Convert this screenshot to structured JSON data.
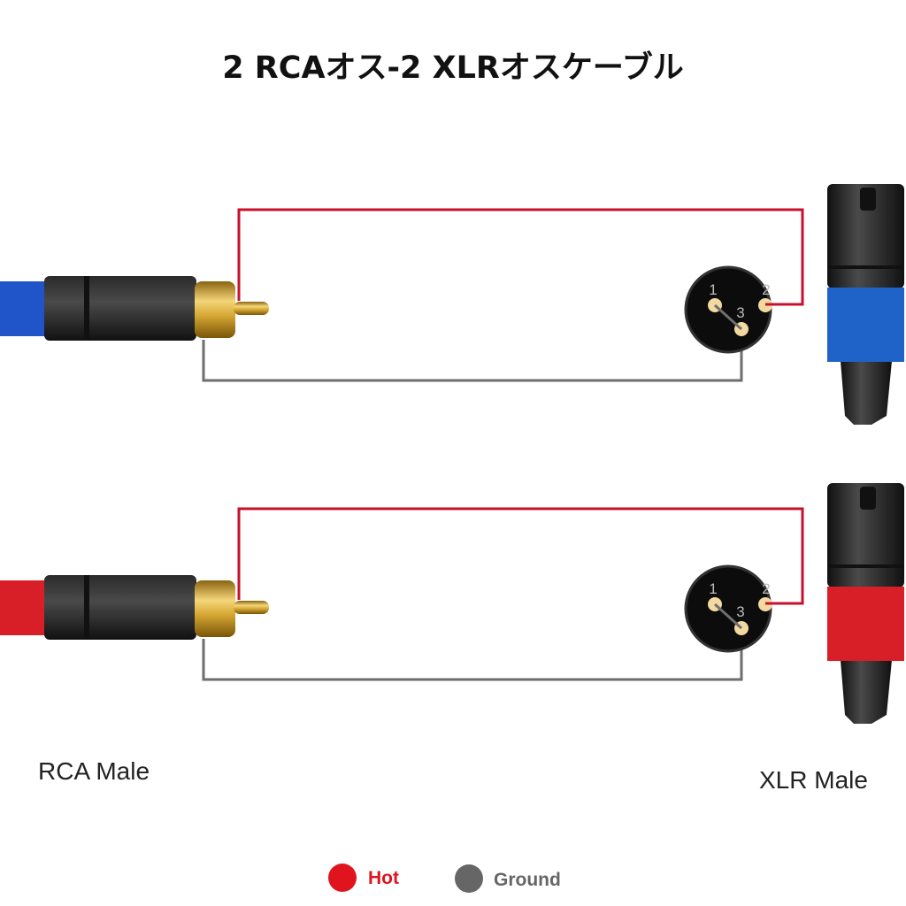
{
  "title": "2 RCAオス-2 XLRオスケーブル",
  "labels": {
    "rca": "RCA Male",
    "xlr": "XLR Male"
  },
  "pins": {
    "p1": "1",
    "p2": "2",
    "p3": "3"
  },
  "legend": [
    {
      "label": "Hot",
      "color": "#e0141e"
    },
    {
      "label": "Ground",
      "color": "#666666"
    }
  ],
  "channels": [
    {
      "name": "blue-channel",
      "color": "#1f55c8"
    },
    {
      "name": "red-channel",
      "color": "#d81e27"
    }
  ],
  "colors": {
    "hot_wire": "#c8102e",
    "ground_wire": "#6e6e6e"
  }
}
